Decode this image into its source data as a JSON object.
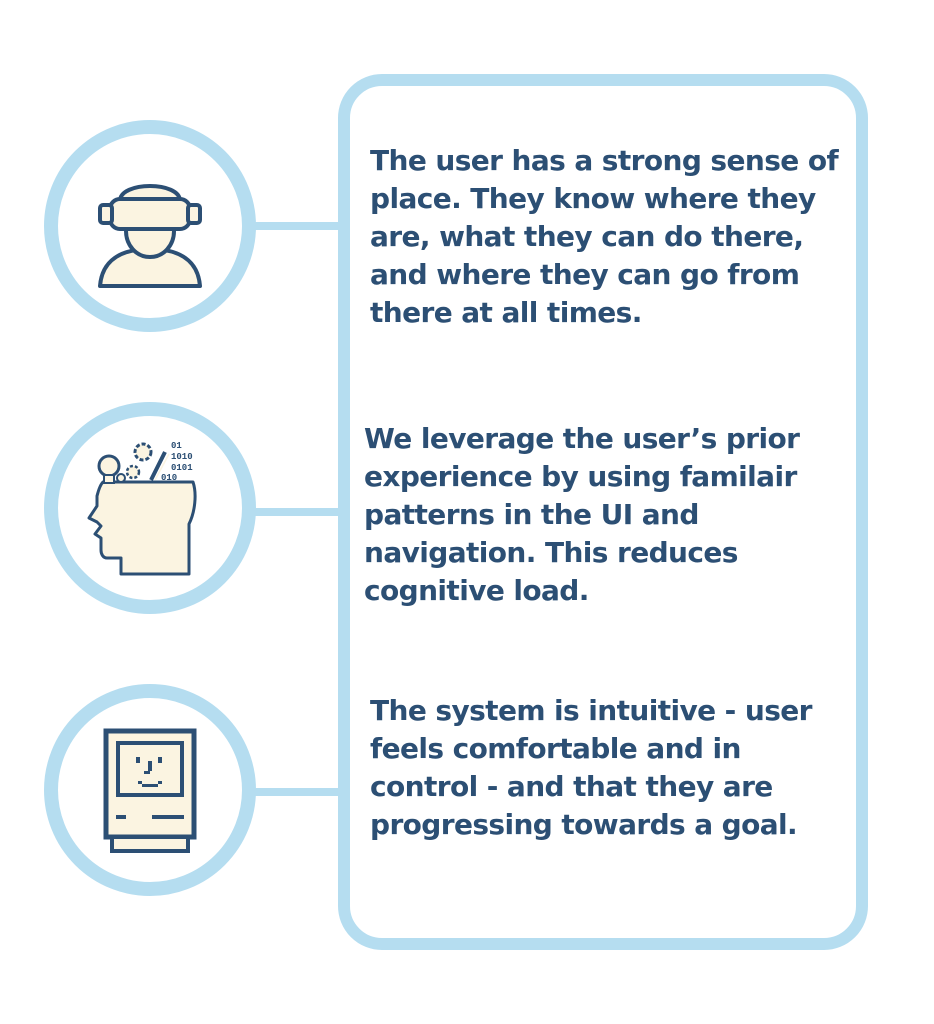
{
  "colors": {
    "accent": "#b5ddf0",
    "text": "#2c4f74",
    "icon_fill": "#fbf4e1",
    "icon_stroke": "#2c4f74"
  },
  "items": [
    {
      "icon": "vr-headset-user-icon",
      "text": "The user has  a strong sense of\nplace.  They know where they\nare, what they can do there,\nand where they can go from\nthere at all times."
    },
    {
      "icon": "thinking-head-icon",
      "icon_labels": [
        "01",
        "1010",
        "0101",
        "010"
      ],
      "text": "We leverage the user’s prior\nexperience by using familair\npatterns in the UI and\nnavigation.  This reduces\ncognitive load."
    },
    {
      "icon": "retro-computer-icon",
      "text": "The system is intuitive - user\nfeels comfortable and in\ncontrol - and that they are\nprogressing towards a goal."
    }
  ]
}
